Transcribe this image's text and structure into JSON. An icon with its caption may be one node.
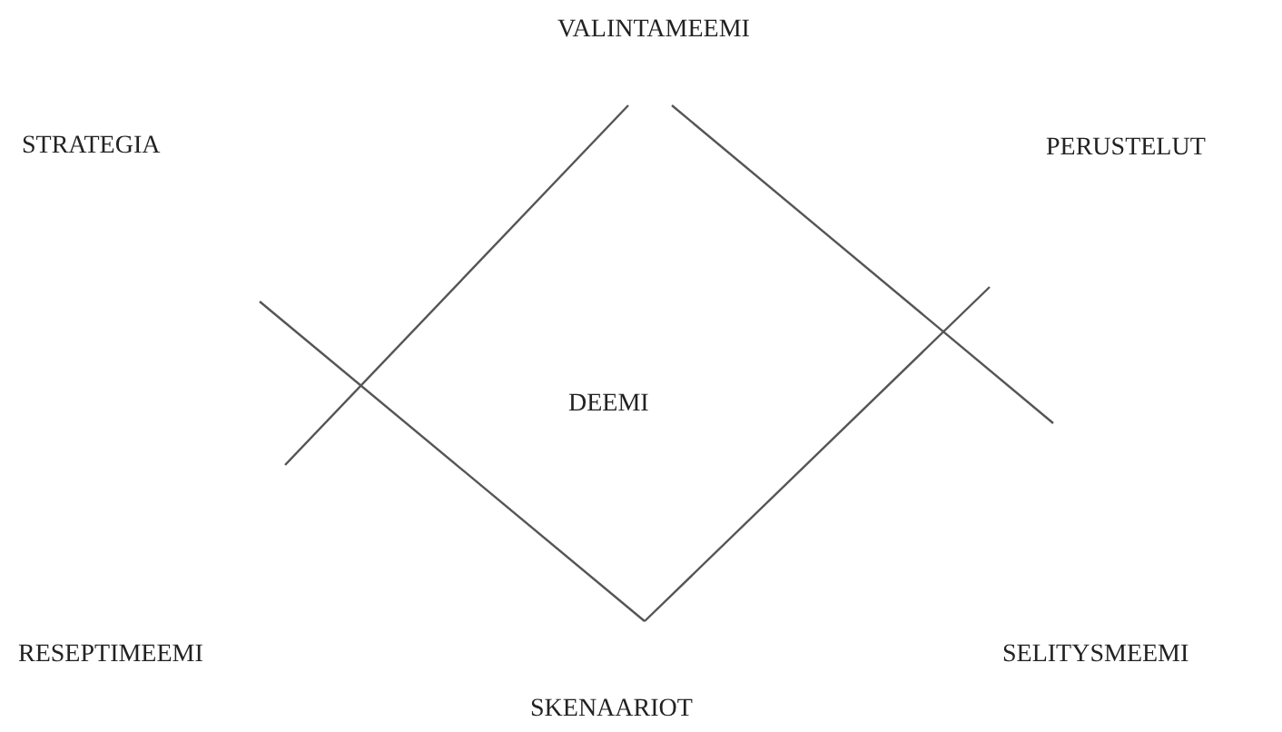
{
  "diagram": {
    "labels": [
      "VALINTAMEEMI",
      "STRATEGIA",
      "PERUSTELUT",
      "DEEMI",
      "RESEPTIMEEMI",
      "SELITYSMEEMI",
      "SKENAARIOT"
    ]
  }
}
